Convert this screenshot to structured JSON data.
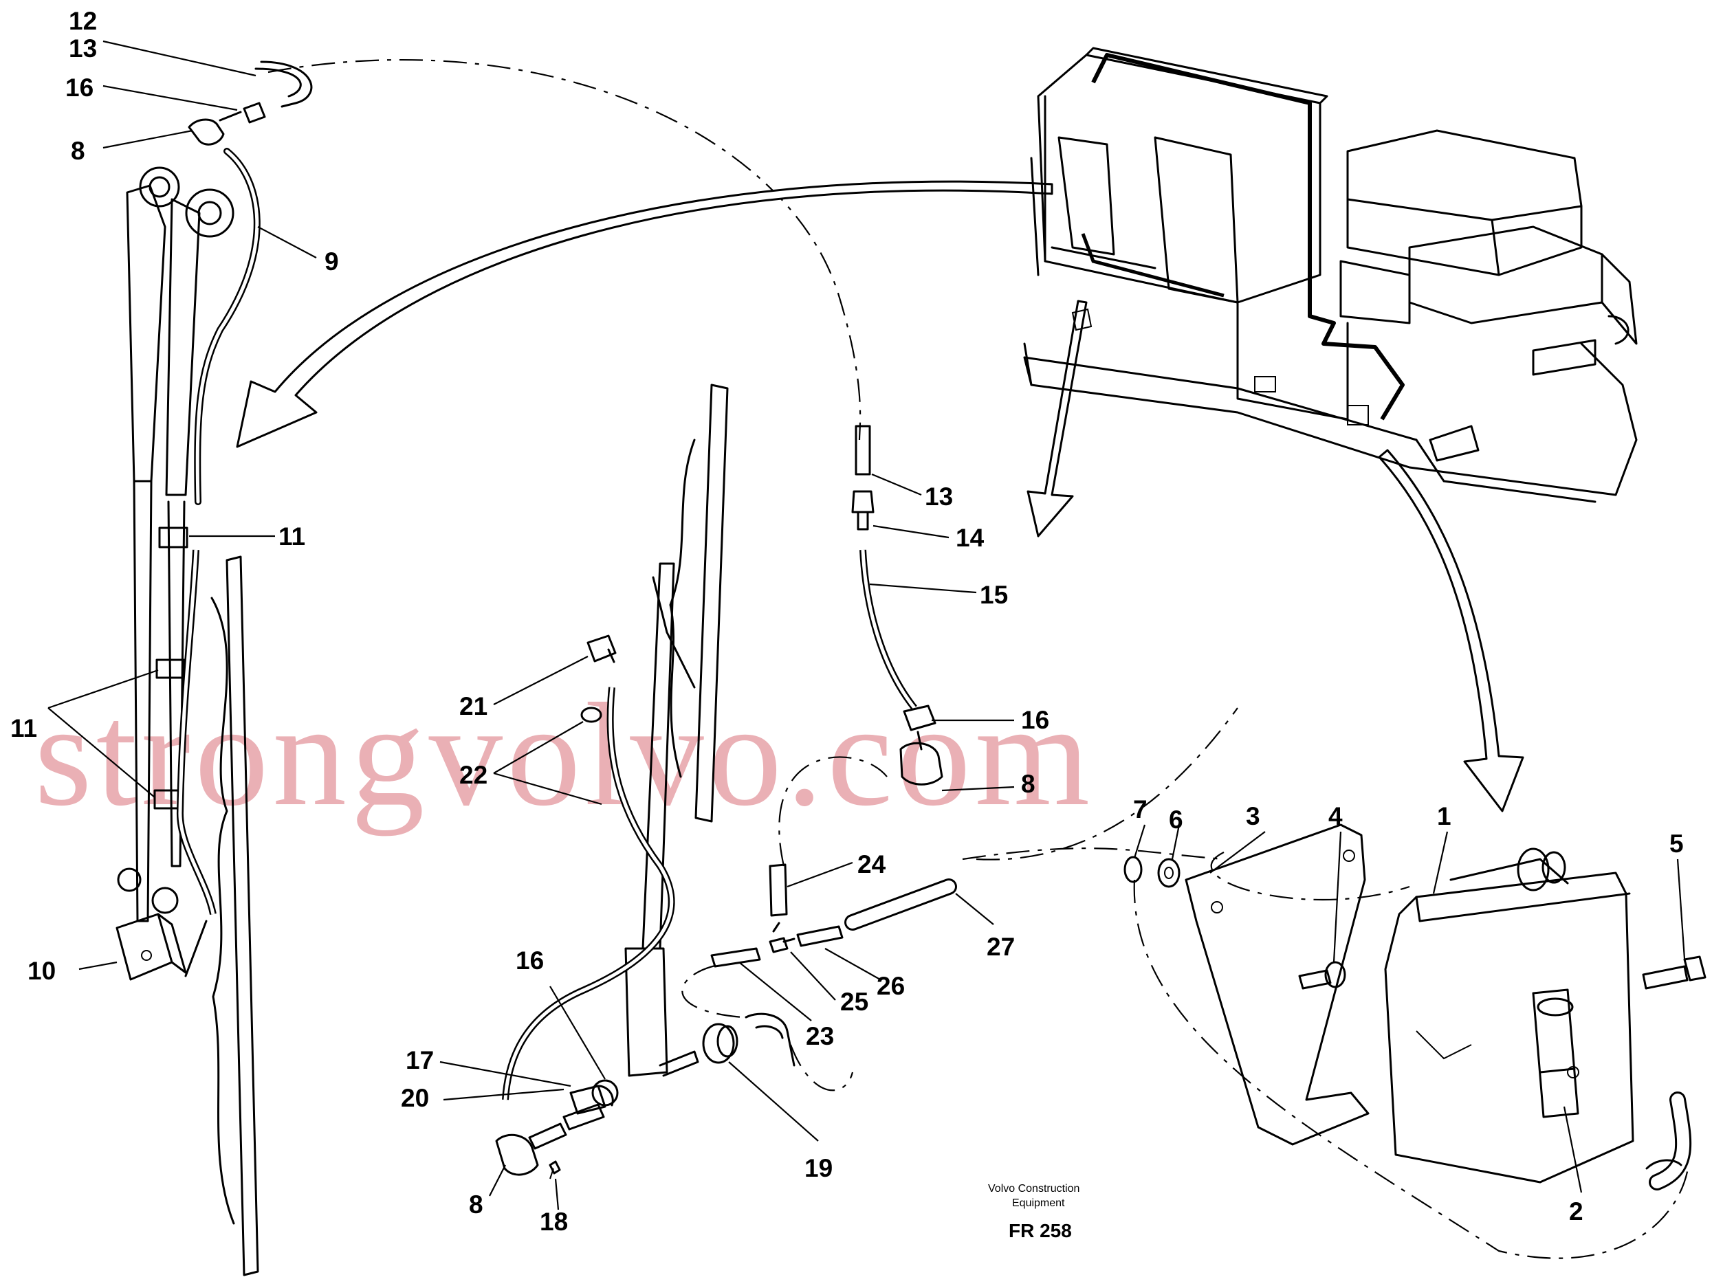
{
  "labels": [
    "12",
    "13",
    "16",
    "8",
    "9",
    "11",
    "11",
    "10",
    "13",
    "14",
    "15",
    "16",
    "8",
    "21",
    "22",
    "24",
    "27",
    "26",
    "25",
    "23",
    "16",
    "17",
    "20",
    "8",
    "18",
    "19",
    "7",
    "6",
    "3",
    "4",
    "1",
    "5",
    "2"
  ],
  "credit_line1": "Volvo Construction",
  "credit_line2": "Equipment",
  "figure_code": "FR 258",
  "watermark": "strongvolvo.com"
}
